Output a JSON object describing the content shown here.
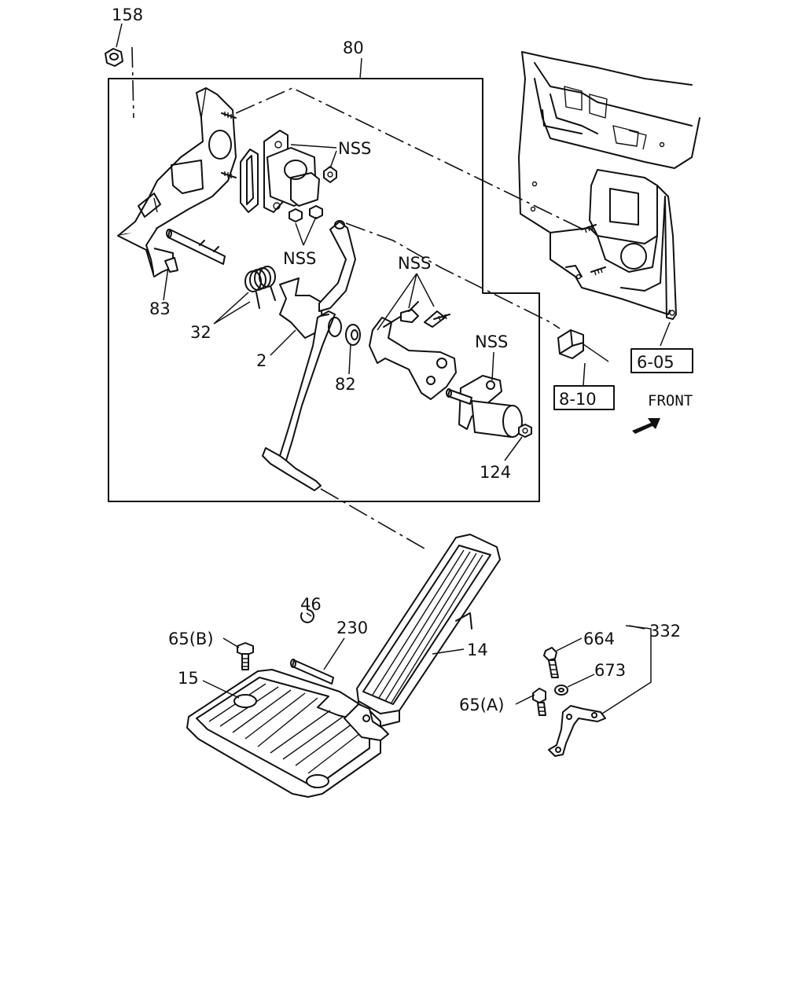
{
  "callouts": {
    "c158": "158",
    "c80": "80",
    "nss_connector": "NSS",
    "nss_nuts": "NSS",
    "nss_bolts": "NSS",
    "nss_sensor": "NSS",
    "c83": "83",
    "c32": "32",
    "c2": "2",
    "c82": "82",
    "c124": "124",
    "c46": "46",
    "c230": "230",
    "c14": "14",
    "c15": "15",
    "c65b": "65(B)",
    "c65a": "65(A)",
    "c664": "664",
    "c673": "673",
    "c332": "332"
  },
  "references": {
    "ref_605": "6-05",
    "ref_810": "8-10"
  },
  "direction": {
    "front_label": "FRONT"
  }
}
